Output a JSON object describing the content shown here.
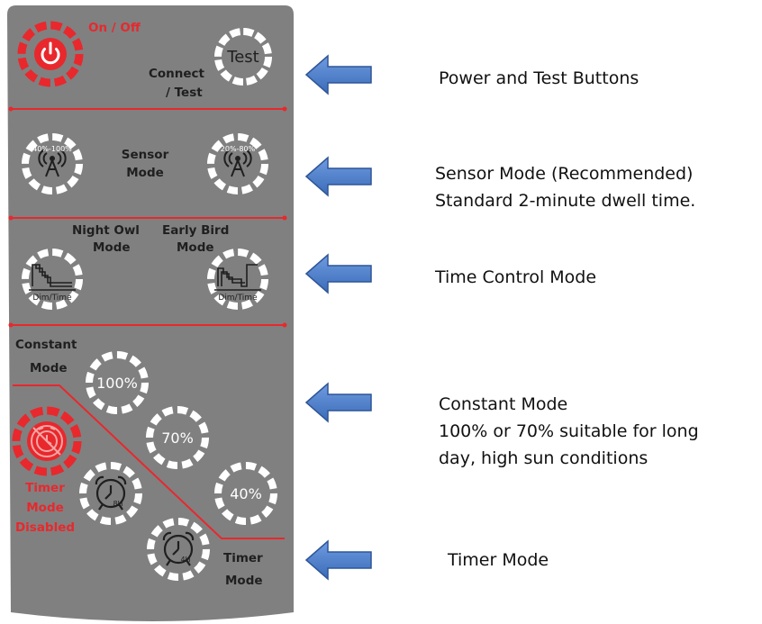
{
  "panel": {
    "on_off": "On / Off",
    "test": "Test",
    "connect": "Connect",
    "slash_test": "/ Test",
    "sensor": "Sensor",
    "sensor_mode": "Mode",
    "sensor_left_range": "40%-100%",
    "sensor_right_range": "20%-80%",
    "night_owl": "Night Owl",
    "night_owl_mode": "Mode",
    "early_bird": "Early Bird",
    "early_bird_mode": "Mode",
    "dim_time": "Dim/Time",
    "constant": "Constant",
    "constant_mode": "Mode",
    "pct_100": "100%",
    "pct_70": "70%",
    "pct_40": "40%",
    "timer_disabled_1": "Timer",
    "timer_disabled_2": "Mode",
    "timer_disabled_3": "Disabled",
    "hours_8": "8H",
    "hours_4": "4H",
    "timer": "Timer",
    "timer_mode": "Mode"
  },
  "annotations": {
    "power_test": "Power and Test Buttons",
    "sensor_line1": "Sensor Mode (Recommended)",
    "sensor_line2": "Standard 2-minute dwell time.",
    "time_control": "Time Control Mode",
    "constant_line1": "Constant Mode",
    "constant_line2": "100% or 70% suitable for long",
    "constant_line3": "day,  high sun conditions",
    "timer": "Timer Mode"
  },
  "colors": {
    "panel": "#808080",
    "red": "#e8282d",
    "dial_white": "#ffffff",
    "arrow_blue": "#4a7ec8",
    "arrow_outline": "#2f5597"
  },
  "icons": [
    "power-icon",
    "antenna-icon",
    "dimming-step-icon",
    "timer-disabled-icon",
    "alarm-clock-icon",
    "arrow-left-icon"
  ]
}
